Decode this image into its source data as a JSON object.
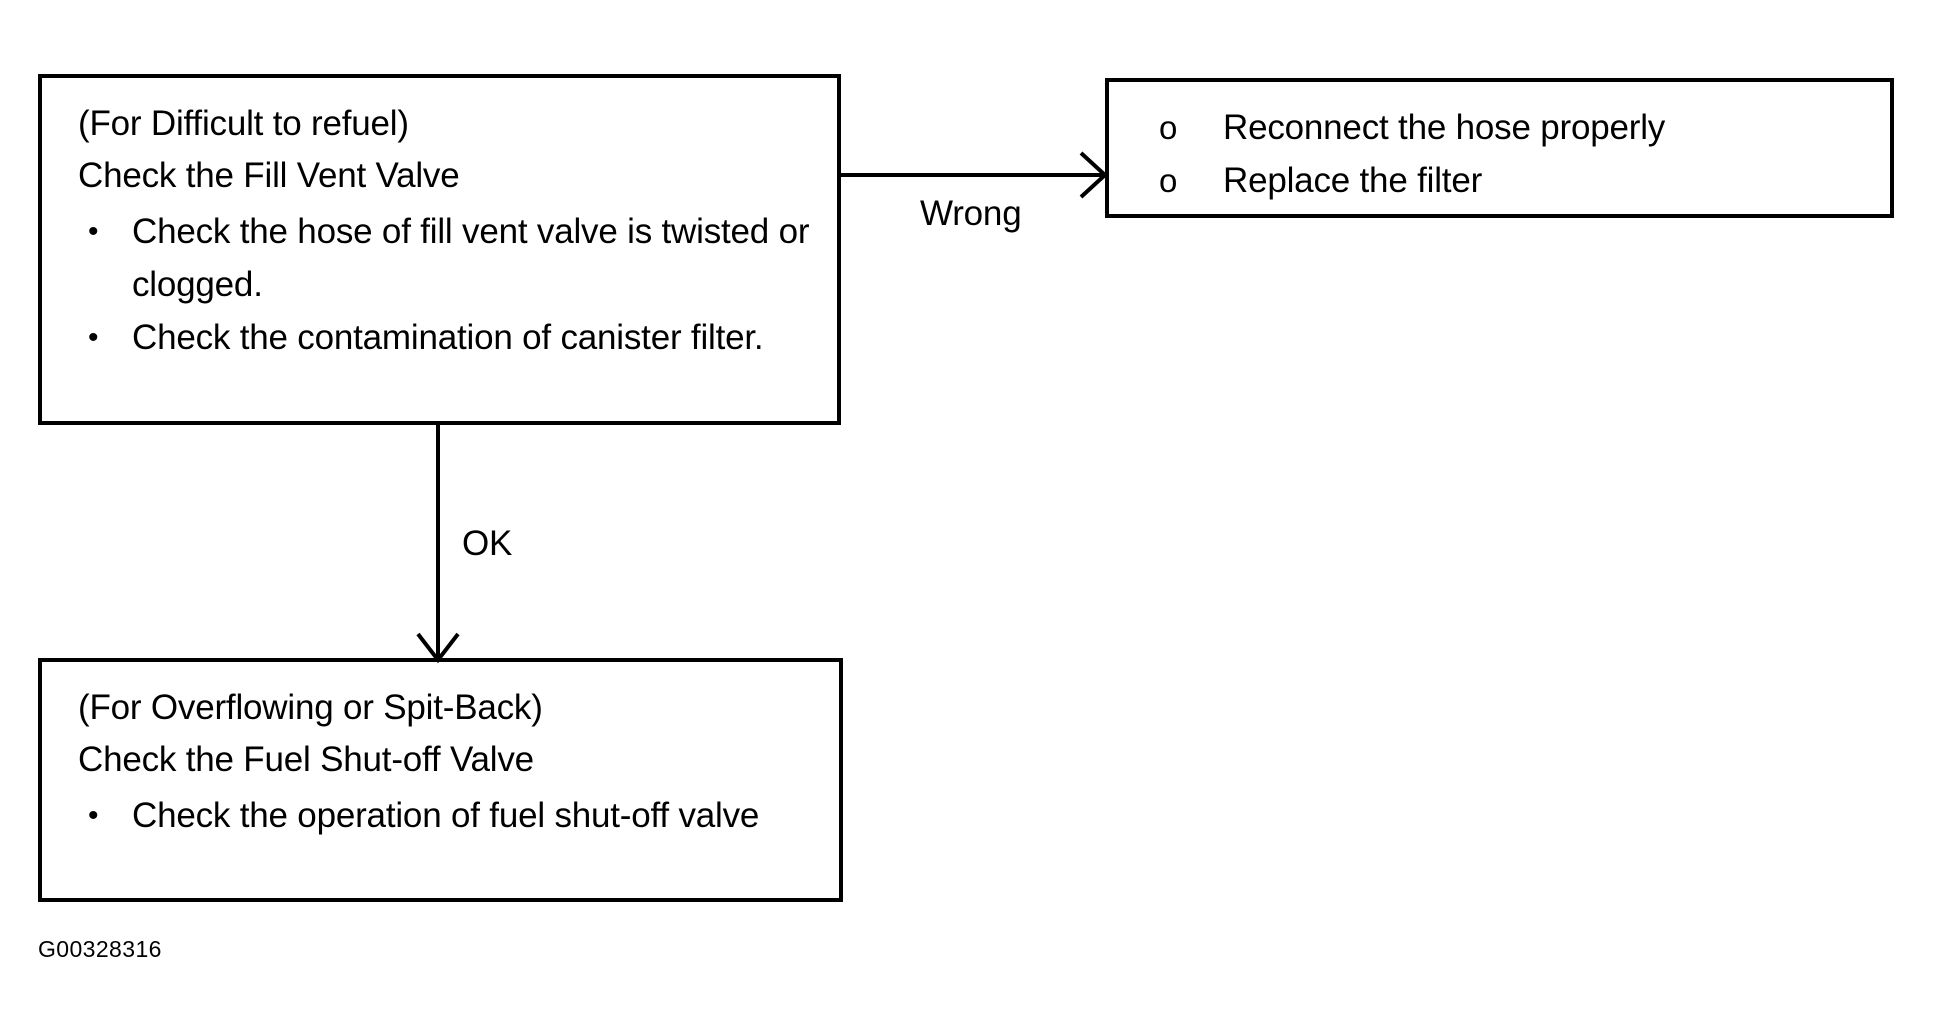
{
  "diagram": {
    "type": "flowchart",
    "caption": "G00328316",
    "nodes": [
      {
        "id": "fill-vent-valve-check",
        "condition": "(For Difficult to refuel)",
        "title": "Check the Fill Vent Valve",
        "marker": "•",
        "items": [
          "Check the hose of fill vent valve is twisted or clogged.",
          "Check the contamination of canister filter."
        ]
      },
      {
        "id": "corrective-actions",
        "marker": "o",
        "items": [
          "Reconnect the hose properly",
          "Replace the filter"
        ]
      },
      {
        "id": "fuel-shut-off-valve-check",
        "condition": "(For Overflowing or Spit-Back)",
        "title": "Check the Fuel Shut-off Valve",
        "marker": "•",
        "items": [
          "Check the operation of fuel shut-off valve"
        ]
      }
    ],
    "edges": [
      {
        "id": "wrong-edge",
        "label": "Wrong",
        "from": "fill-vent-valve-check",
        "to": "corrective-actions",
        "direction": "right"
      },
      {
        "id": "ok-edge",
        "label": "OK",
        "from": "fill-vent-valve-check",
        "to": "fuel-shut-off-valve-check",
        "direction": "down"
      }
    ],
    "colors": {
      "stroke": "#000000",
      "background": "#ffffff",
      "text": "#000000"
    }
  }
}
